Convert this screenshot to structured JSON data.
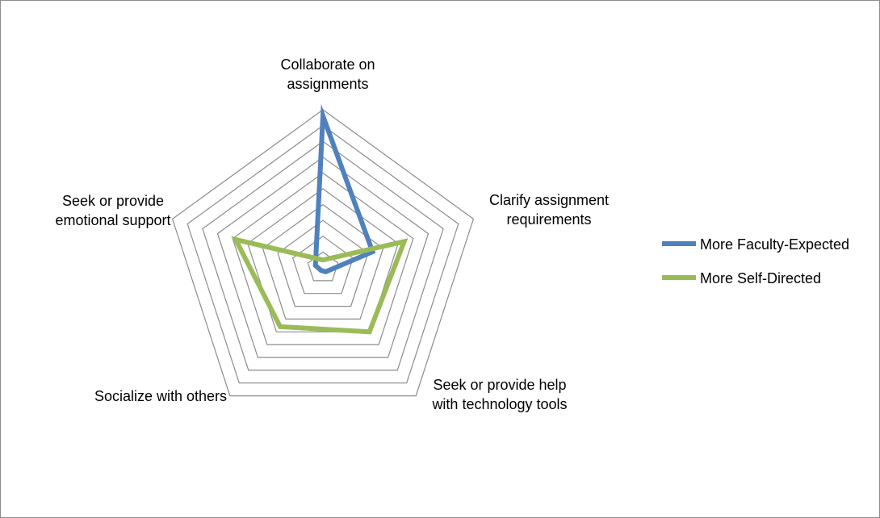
{
  "chart_data": {
    "type": "radar",
    "categories": [
      "Collaborate on assignments",
      "Clarify assignment requirements",
      "Seek or provide help with technology tools",
      "Socialize with others",
      "Seek or provide emotional support"
    ],
    "category_lines": [
      [
        "Collaborate on",
        "assignments"
      ],
      [
        "Clarify assignment",
        "requirements"
      ],
      [
        "Seek or provide help",
        "with technology tools"
      ],
      [
        "Socialize with others"
      ],
      [
        "Seek or provide",
        "emotional support"
      ]
    ],
    "rlim": [
      0,
      10
    ],
    "grid": true,
    "grid_rings": 10,
    "legend_position": "right",
    "series": [
      {
        "name": "More Faculty-Expected",
        "color": "#4F81BD",
        "values": [
          9.6,
          3.3,
          0.3,
          0.2,
          0.5
        ]
      },
      {
        "name": "More Self-Directed",
        "color": "#9BBB59",
        "values": [
          0.5,
          5.4,
          5.0,
          4.6,
          5.8
        ]
      }
    ]
  }
}
